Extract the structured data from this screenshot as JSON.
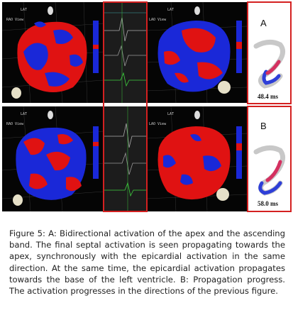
{
  "figure": {
    "panels": [
      {
        "id": "A",
        "letter": "A",
        "time": "48.4 ms",
        "left_view": "RAO View",
        "right_view": "LAO View",
        "left_tag": "LAT",
        "right_tag": "LAT"
      },
      {
        "id": "B",
        "letter": "B",
        "time": "58.0 ms",
        "left_view": "RAO View",
        "right_view": "LAO View",
        "left_tag": "LAT",
        "right_tag": "LAT"
      }
    ],
    "colors": {
      "activation_red": "#e01212",
      "activation_blue": "#1a28d8",
      "frame_red": "#d42020",
      "ecg_trace": "#3fd13f"
    }
  },
  "caption": {
    "text": "Figure 5: A: Bidirectional activation of the apex and the ascending band. The final septal activation is seen propagating towards the apex, synchronously with the epicardial activation in the same direction. At the same time, the epicardial activation propagates towards the base of the left ventricle. B: Propagation progress. The activation progresses in the directions of the previous figure."
  }
}
